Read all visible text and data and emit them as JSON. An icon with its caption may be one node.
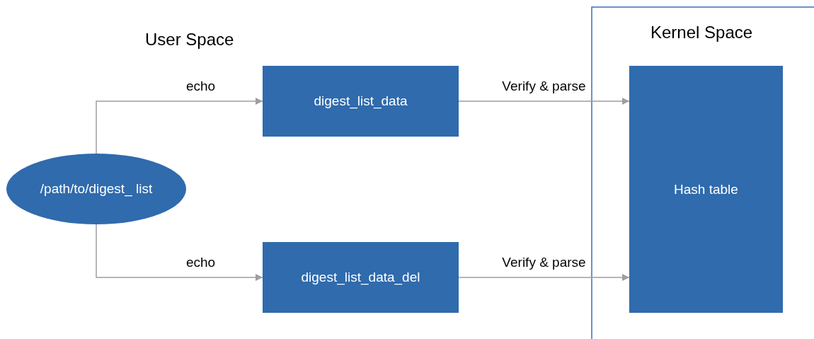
{
  "diagram": {
    "nodes": [
      {
        "text": [
          "/path/to/digest_ list"
        ]
      },
      {
        "text": [
          "digest_list_data"
        ]
      },
      {
        "text": [
          "digest_list_data_del"
        ]
      },
      {
        "text": [
          "Hash table"
        ]
      }
    ],
    "edges": [
      {
        "from": 0,
        "to": 1,
        "arrow": "to",
        "label": "echo"
      },
      {
        "from": 0,
        "to": 2,
        "arrow": "to",
        "label": "echo"
      },
      {
        "from": 1,
        "to": 3,
        "arrow": "to",
        "label": "Verify & parse"
      },
      {
        "from": 2,
        "to": 3,
        "arrow": "to",
        "label": "Verify & parse"
      }
    ],
    "labels": [
      "User Space",
      "Kernel Space"
    ]
  }
}
